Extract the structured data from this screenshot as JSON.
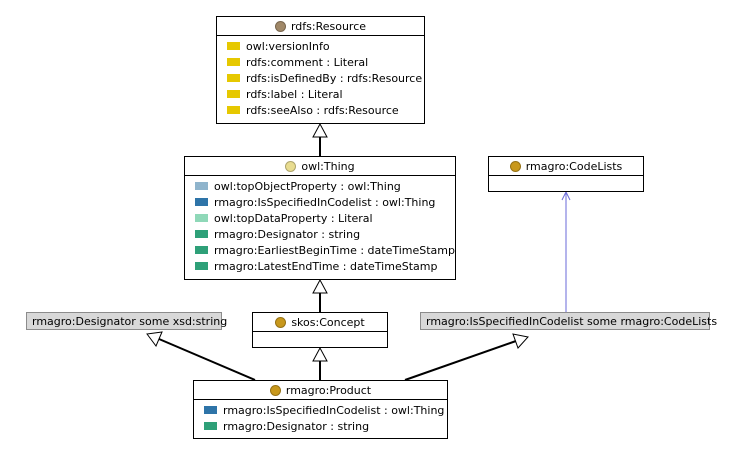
{
  "classes": {
    "resource": {
      "name": "rdfs:Resource",
      "icon": "class-circle-icon",
      "dot_color": "#a08868",
      "attributes": [
        {
          "label": "owl:versionInfo",
          "color": "#e6c800"
        },
        {
          "label": "rdfs:comment : Literal",
          "color": "#e6c800"
        },
        {
          "label": "rdfs:isDefinedBy : rdfs:Resource",
          "color": "#e6c800"
        },
        {
          "label": "rdfs:label : Literal",
          "color": "#e6c800"
        },
        {
          "label": "rdfs:seeAlso : rdfs:Resource",
          "color": "#e6c800"
        }
      ]
    },
    "thing": {
      "name": "owl:Thing",
      "icon": "class-circle-icon",
      "dot_color": "#e8dc90",
      "attributes": [
        {
          "label": "owl:topObjectProperty : owl:Thing",
          "color": "#8fb4cc"
        },
        {
          "label": "rmagro:IsSpecifiedInCodelist : owl:Thing",
          "color": "#2e74a8"
        },
        {
          "label": "owl:topDataProperty : Literal",
          "color": "#8fd8b8"
        },
        {
          "label": "rmagro:Designator : string",
          "color": "#2ea078"
        },
        {
          "label": "rmagro:EarliestBeginTime : dateTimeStamp",
          "color": "#2ea078"
        },
        {
          "label": "rmagro:LatestEndTime : dateTimeStamp",
          "color": "#2ea078"
        }
      ]
    },
    "codelists": {
      "name": "rmagro:CodeLists",
      "icon": "class-circle-icon",
      "dot_color": "#c8981c",
      "attributes": []
    },
    "concept": {
      "name": "skos:Concept",
      "icon": "class-circle-icon",
      "dot_color": "#c8981c",
      "attributes": []
    },
    "product": {
      "name": "rmagro:Product",
      "icon": "class-circle-icon",
      "dot_color": "#c8981c",
      "attributes": [
        {
          "label": "rmagro:IsSpecifiedInCodelist : owl:Thing",
          "color": "#2e74a8"
        },
        {
          "label": "rmagro:Designator : string",
          "color": "#2ea078"
        }
      ]
    }
  },
  "restrictions": {
    "designator": "rmagro:Designator some xsd:string",
    "codelist": "rmagro:IsSpecifiedInCodelist some rmagro:CodeLists"
  },
  "colors": {
    "edge": "#000000",
    "dependency": "#6a6ad8",
    "note_fill": "#d8d8d8",
    "note_border": "#8c8c8c"
  }
}
